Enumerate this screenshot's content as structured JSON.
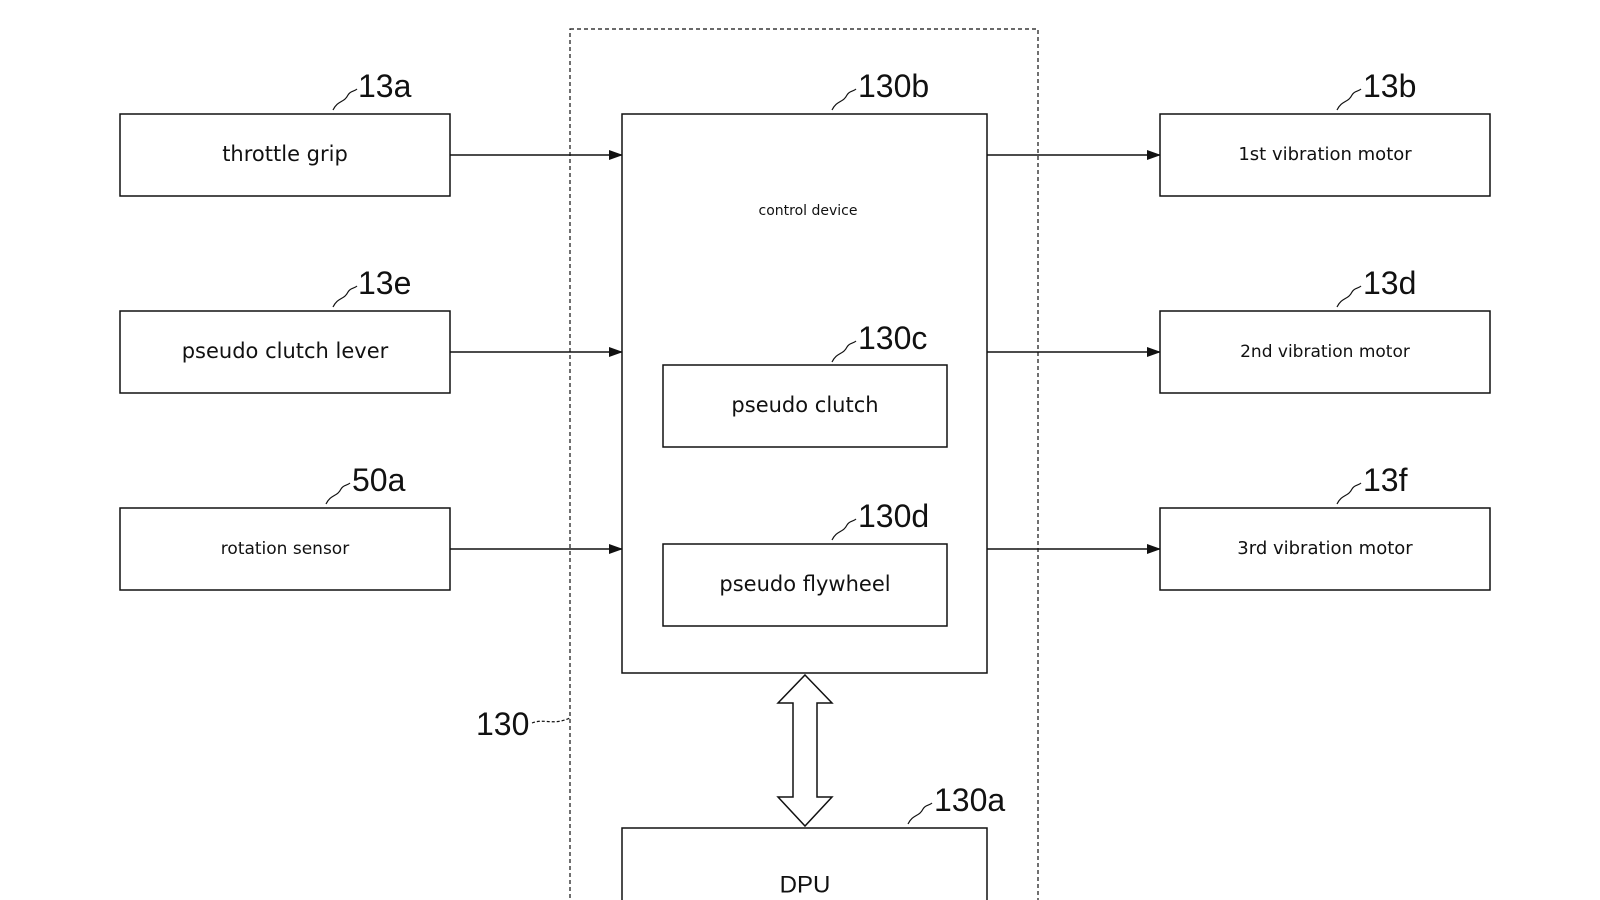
{
  "diagram": {
    "inputs": [
      {
        "label": "throttle grip",
        "ref": "13a"
      },
      {
        "label": "pseudo clutch lever",
        "ref": "13e"
      },
      {
        "label": "rotation sensor",
        "ref": "50a"
      }
    ],
    "outputs": [
      {
        "label": "1st vibration motor",
        "ref": "13b"
      },
      {
        "label": "2nd vibration motor",
        "ref": "13d"
      },
      {
        "label": "3rd vibration motor",
        "ref": "13f"
      }
    ],
    "control_device": {
      "label": "control device",
      "ref": "130b"
    },
    "pseudo_clutch": {
      "label": "pseudo clutch",
      "ref": "130c"
    },
    "pseudo_flywheel": {
      "label": "pseudo flywheel",
      "ref": "130d"
    },
    "dpu": {
      "label": "DPU",
      "ref": "130a"
    },
    "system_ref": "130",
    "colors": {
      "line": "#111111",
      "background": "#ffffff"
    }
  }
}
